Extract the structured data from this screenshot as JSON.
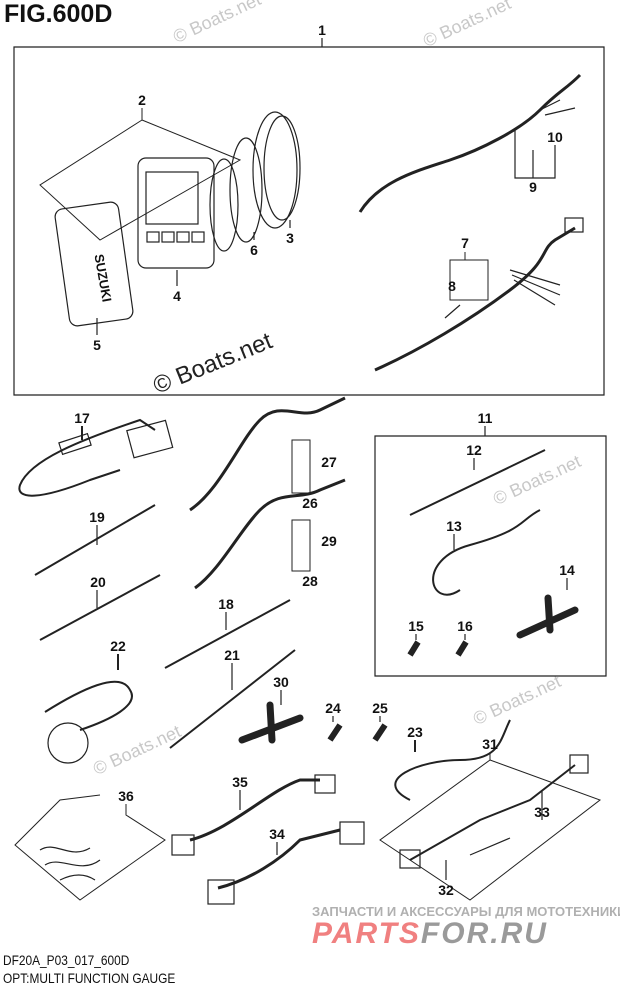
{
  "figure": {
    "title": "FIG.600D",
    "code": "DF20A_P03_017_600D",
    "caption": "OPT:MULTI FUNCTION GAUGE"
  },
  "callouts": [
    "1",
    "2",
    "3",
    "4",
    "5",
    "6",
    "7",
    "8",
    "9",
    "10",
    "11",
    "12",
    "13",
    "14",
    "15",
    "16",
    "17",
    "18",
    "19",
    "20",
    "21",
    "22",
    "23",
    "24",
    "25",
    "26",
    "27",
    "28",
    "29",
    "30",
    "31",
    "32",
    "33",
    "34",
    "35",
    "36"
  ],
  "logo_text": "SUZUKI",
  "watermarks": {
    "boats": "© Boats.net",
    "shop_tagline": "ЗАПЧАСТИ И АКСЕССУАРЫ ДЛЯ МОТОТЕХНИКИ",
    "shop_part1": "PARTS",
    "shop_part2": "FOR.RU"
  },
  "colors": {
    "line": "#222222",
    "watermark_red": "#f08080",
    "watermark_grey": "#9a9a9a"
  }
}
